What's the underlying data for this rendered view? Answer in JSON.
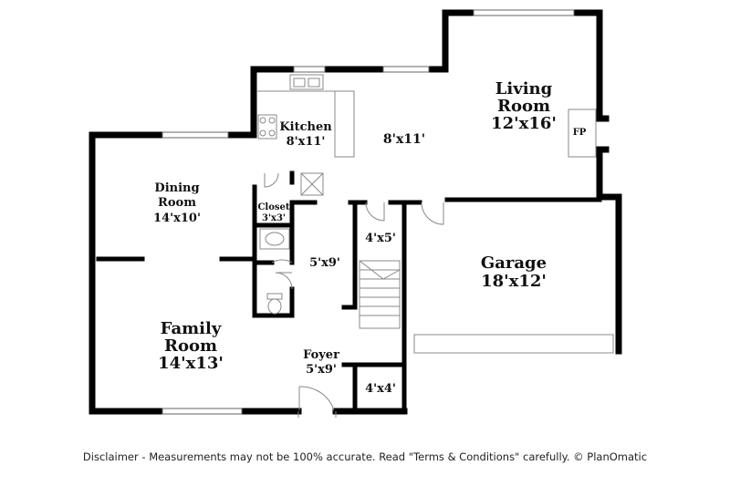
{
  "rooms": {
    "living": {
      "name1": "Living",
      "name2": "Room",
      "dims": "12'x16'"
    },
    "kitchen": {
      "name": "Kitchen",
      "dims": "8'x11'"
    },
    "breakfast": {
      "dims": "8'x11'"
    },
    "fireplace": {
      "label": "FP"
    },
    "dining": {
      "name1": "Dining",
      "name2": "Room",
      "dims": "14'x10'"
    },
    "closet": {
      "name": "Closet",
      "dims": "3'x3'"
    },
    "pantry": {
      "dims": "4'x5'"
    },
    "hall": {
      "dims": "5'x9'"
    },
    "garage": {
      "name": "Garage",
      "dims": "18'x12'"
    },
    "family": {
      "name1": "Family",
      "name2": "Room",
      "dims": "14'x13'"
    },
    "foyer": {
      "name": "Foyer",
      "dims": "5'x9'"
    },
    "storage": {
      "dims": "4'x4'"
    }
  },
  "disclaimer": "Disclaimer - Measurements may not be 100% accurate. Read \"Terms & Conditions\" carefully. © PlanOmatic"
}
